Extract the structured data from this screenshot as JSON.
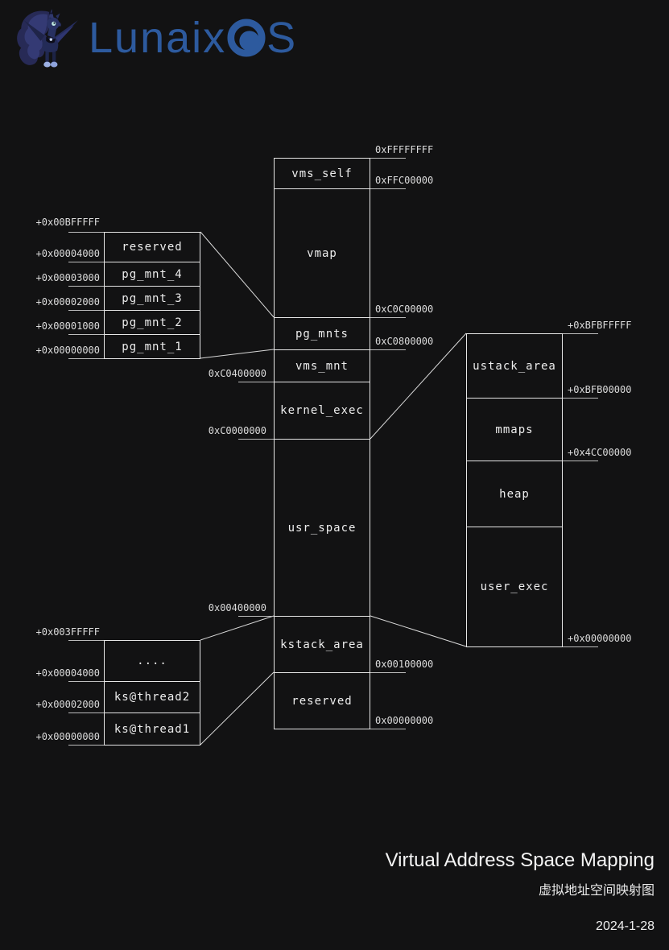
{
  "logo": {
    "wordmark_prefix": "Lunaix",
    "wordmark_suffix": "S",
    "wordmark_full": "LunaixOS",
    "mascot": "luna-pony-mascot",
    "brand_color": "#2d5a9e"
  },
  "diagram": {
    "main": {
      "boxes": [
        "vms_self",
        "vmap",
        "pg_mnts",
        "vms_mnt",
        "kernel_exec",
        "usr_space",
        "kstack_area",
        "reserved"
      ],
      "addrs_right": [
        "0xFFFFFFFF",
        "0xFFC00000",
        "0xC0C00000",
        "0xC0800000",
        "0x00100000",
        "0x00000000"
      ],
      "addrs_left": [
        "0xC0400000",
        "0xC0000000",
        "0x00400000"
      ]
    },
    "pg_mnts_detail": {
      "boxes": [
        "reserved",
        "pg_mnt_4",
        "pg_mnt_3",
        "pg_mnt_2",
        "pg_mnt_1"
      ],
      "addrs": [
        "+0x00BFFFFF",
        "+0x00004000",
        "+0x00003000",
        "+0x00002000",
        "+0x00001000",
        "+0x00000000"
      ]
    },
    "usr_space_detail": {
      "boxes": [
        "ustack_area",
        "mmaps",
        "heap",
        "user_exec"
      ],
      "addrs": [
        "+0xBFBFFFFF",
        "+0xBFB00000",
        "+0x4CC00000",
        "+0x00000000"
      ]
    },
    "kstack_detail": {
      "boxes": [
        "....",
        "ks@thread2",
        "ks@thread1"
      ],
      "addrs": [
        "+0x003FFFFF",
        "+0x00004000",
        "+0x00002000",
        "+0x00000000"
      ]
    }
  },
  "footer": {
    "title": "Virtual Address Space Mapping",
    "subtitle_zh": "虚拟地址空间映射图",
    "date": "2024-1-28"
  },
  "colors": {
    "background": "#121213",
    "line": "#e6e6e6",
    "text": "#ededed",
    "brand_blue": "#2d5a9e"
  }
}
